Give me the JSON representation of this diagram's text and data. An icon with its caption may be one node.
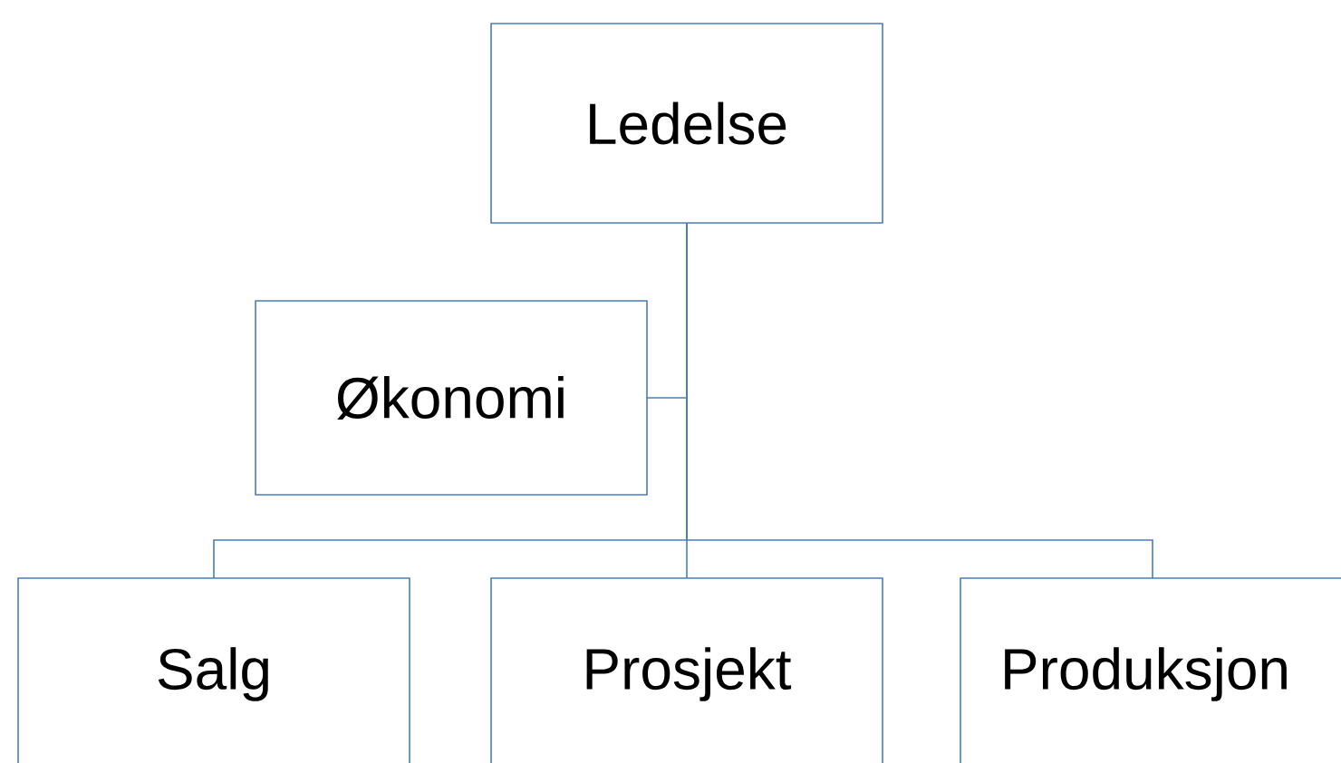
{
  "diagram": {
    "nodes": [
      {
        "text": [
          "Ledelse"
        ]
      },
      {
        "text": [
          "Økonomi"
        ]
      },
      {
        "text": [
          "Salg"
        ]
      },
      {
        "text": [
          "Prosjekt"
        ]
      },
      {
        "text": [
          "Produksjon"
        ]
      }
    ],
    "edges": [
      {
        "from": 0,
        "to": 1,
        "arrow": "none"
      },
      {
        "from": 0,
        "to": 2,
        "arrow": "none"
      },
      {
        "from": 0,
        "to": 3,
        "arrow": "none"
      },
      {
        "from": 0,
        "to": 4,
        "arrow": "none"
      }
    ]
  }
}
